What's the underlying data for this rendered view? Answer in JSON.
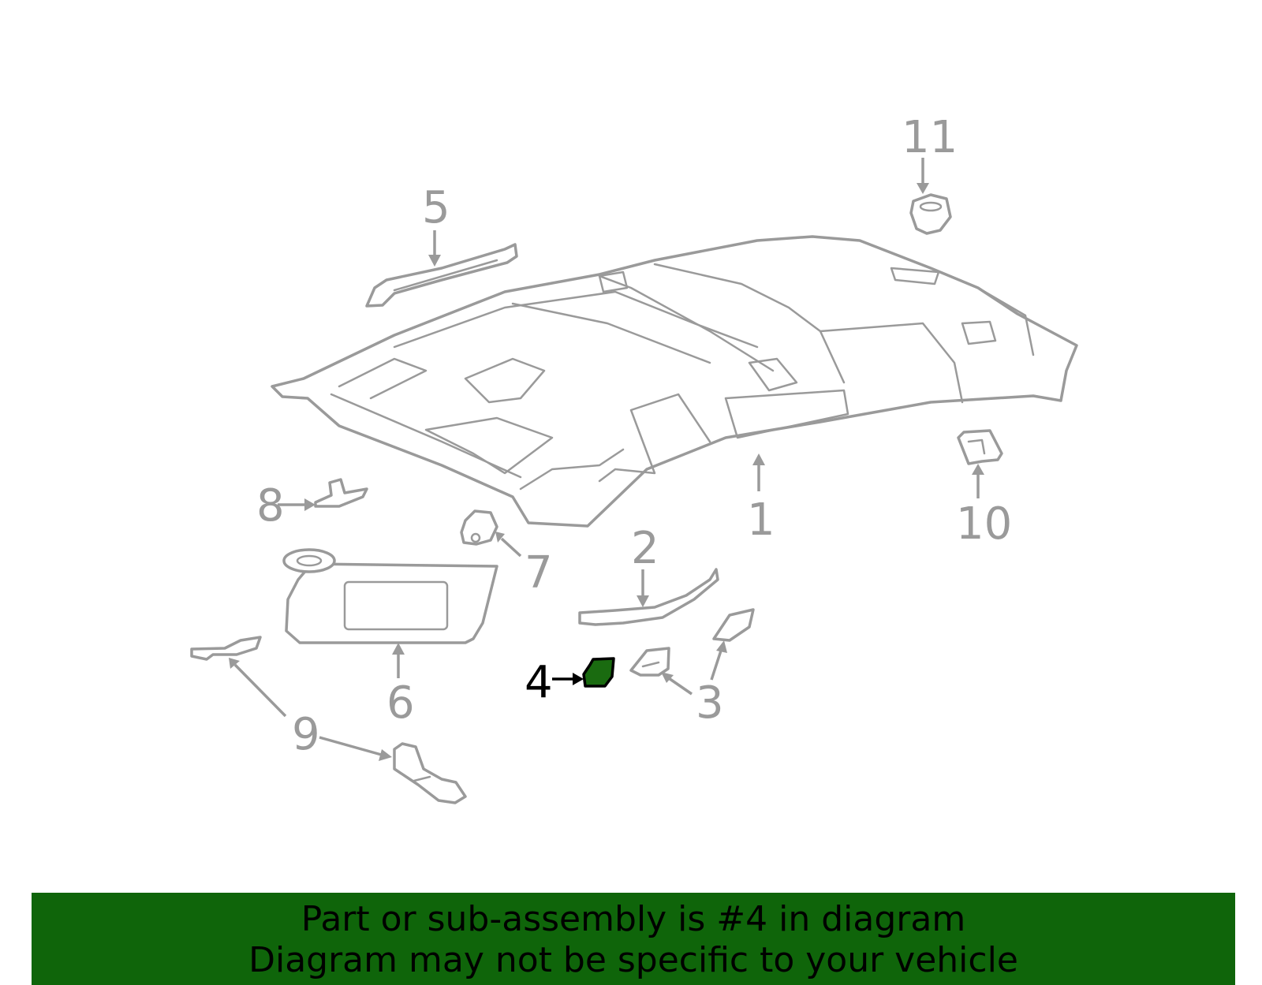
{
  "callouts": {
    "c1": "1",
    "c2": "2",
    "c3": "3",
    "c4": "4",
    "c5": "5",
    "c6": "6",
    "c7": "7",
    "c8": "8",
    "c9": "9",
    "c10": "10",
    "c11": "11"
  },
  "highlight": {
    "part": "4",
    "color": "#1a6b10"
  },
  "banner": {
    "line1": "Part or sub-assembly is #4 in diagram",
    "line2": "Diagram may not be specific to your vehicle",
    "background": "#0f650a"
  },
  "colors": {
    "outline": "#9a9a9a",
    "highlight_outline": "#000000"
  }
}
